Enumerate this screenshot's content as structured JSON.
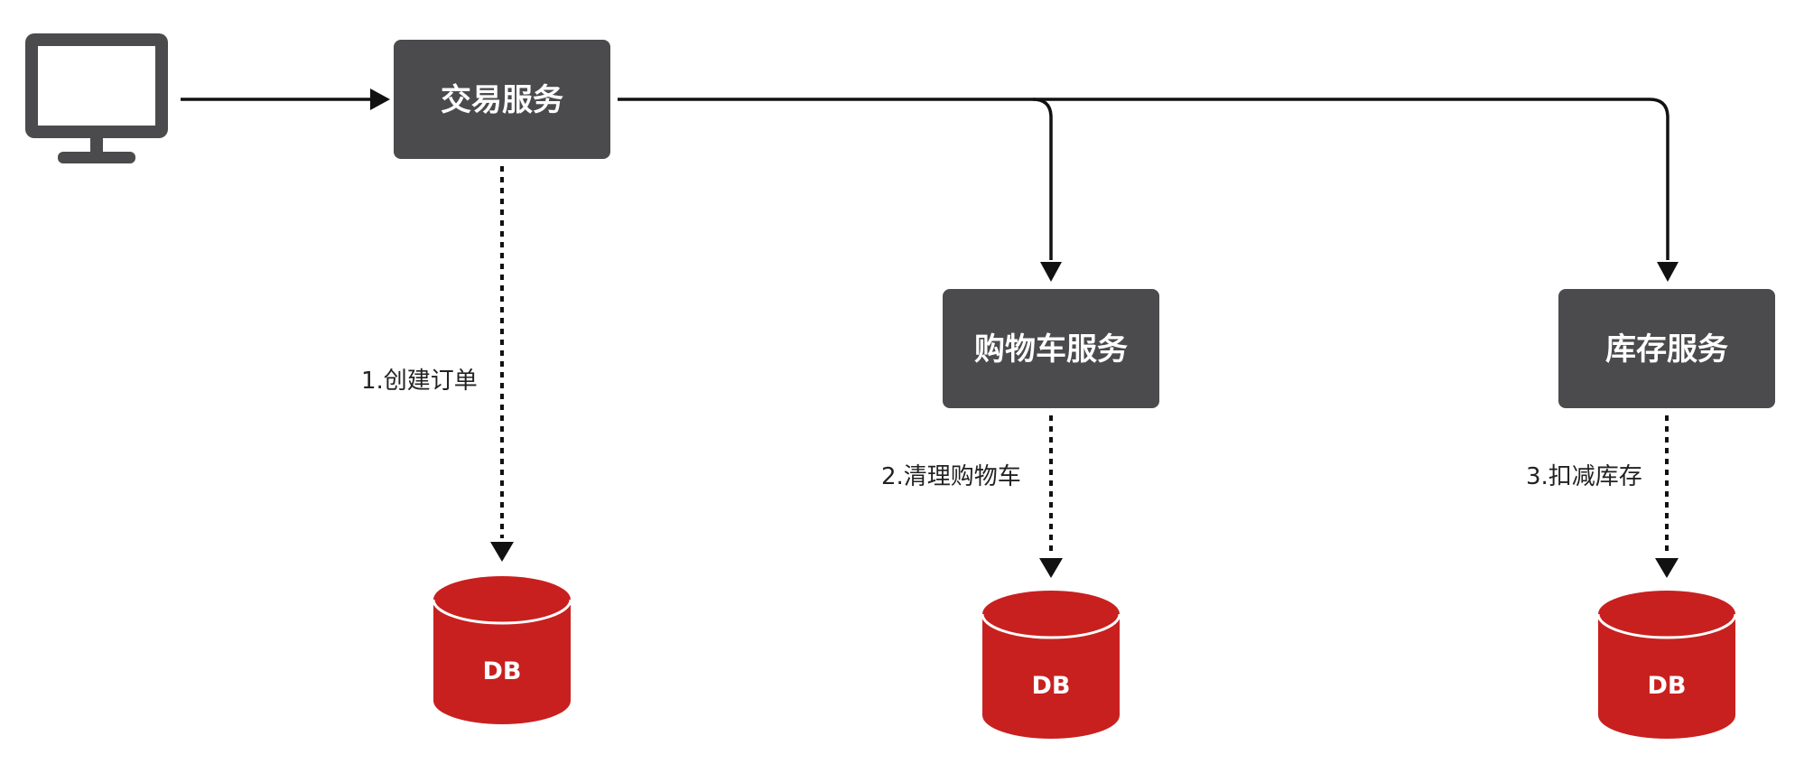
{
  "services": {
    "trade": {
      "label": "交易服务"
    },
    "cart": {
      "label": "购物车服务"
    },
    "stock": {
      "label": "库存服务"
    }
  },
  "steps": [
    {
      "label": "1.创建订单"
    },
    {
      "label": "2.清理购物车"
    },
    {
      "label": "3.扣减库存"
    }
  ],
  "databases": [
    {
      "label": "DB"
    },
    {
      "label": "DB"
    },
    {
      "label": "DB"
    }
  ],
  "icons": {
    "client": "monitor-icon"
  },
  "colors": {
    "service_box": "#4b4b4d",
    "database": "#c8201f",
    "line": "#111111"
  }
}
